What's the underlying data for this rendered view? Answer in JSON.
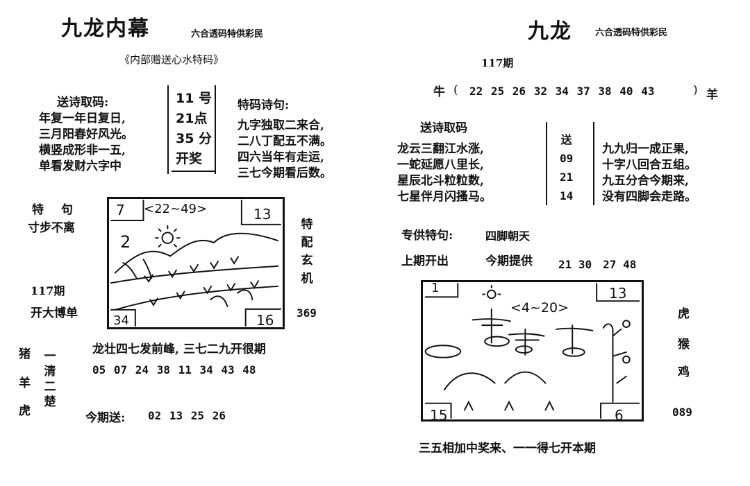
{
  "left": {
    "title": "九龙内幕",
    "subtitle": "六合透码特供彩民",
    "gift_line": "《内部赠送心水特码》",
    "poem_label": "送诗取码:",
    "poem_lines": [
      "年复一年日复日,",
      "三月阳春好风光。",
      "横竖成形非一五,",
      "单看发财六字中"
    ],
    "draw_time": [
      "11 号",
      "21点",
      "35 分",
      "开奖"
    ],
    "special_poem_label": "特码诗句:",
    "special_poem_lines": [
      "九字独取二来合,",
      "二八丁配五不满。",
      "四六当年有走运,",
      "三七今期看后数。"
    ],
    "special_phrase_label": "特　句",
    "special_phrase": "寸步不离",
    "issue": "117期",
    "big_bet": "开大博单",
    "sketch": {
      "tl": "7",
      "range": "<22~49>",
      "num": "2",
      "tr": "13",
      "bl": "34",
      "br": "16"
    },
    "xuanji": "特配玄机",
    "xuanji_num": "369",
    "zodiac": [
      "猪",
      "羊",
      "虎"
    ],
    "qingchu": "一清二楚",
    "dragon_line": "龙壮四七发前峰, 三七二九开很期",
    "numbers_line": "05 07 24 38 11 34 43 48",
    "today_label": "今期送:",
    "today_numbers": "02 13 25 26"
  },
  "right": {
    "title": "九龙",
    "subtitle": "六合透码特供彩民",
    "issue": "117期",
    "niu": "牛",
    "paren_open": "(",
    "numbers": "22 25 26 32 34 37 38 40 43",
    "paren_close": ")",
    "yang": "羊",
    "poem_label": "送诗取码",
    "poem_lines": [
      "龙云三翻江水涨,",
      "一蛇延愿八里长,",
      "星辰北斗粒粒数,",
      "七星伴月闪搔马。"
    ],
    "send_col": [
      "送",
      "09",
      "21",
      "14"
    ],
    "poem2_lines": [
      "九九归一成正果,",
      "十字八回合五组。",
      "九五分合今期来,",
      "没有四脚会走路。"
    ],
    "special_label": "专供特句:",
    "special_value": "四脚朝天",
    "last_label": "上期开出",
    "provide_label": "今期提供",
    "provide_numbers": "21 30　27 48",
    "sketch": {
      "tl": "1",
      "range": "<4~20>",
      "tr": "13",
      "bl": "15",
      "br": "6"
    },
    "zodiac": [
      "虎",
      "猴",
      "鸡"
    ],
    "code": "089",
    "bottom_line": "三五相加中奖来、一一得七开本期"
  }
}
